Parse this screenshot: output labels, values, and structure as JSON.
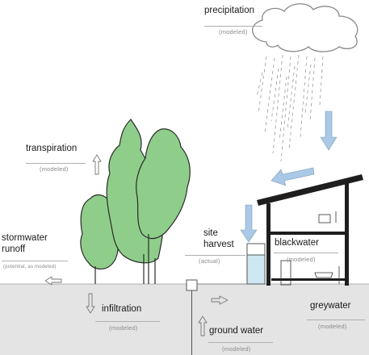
{
  "labels": {
    "precipitation": "precipitation",
    "precipitation_sub": "(modeled)",
    "transpiration": "transpiration",
    "transpiration_sub": "(modeled)",
    "stormwater_1": "stormwater",
    "stormwater_2": "runoff",
    "stormwater_sub": "(potential, as modeled)",
    "site_1": "site",
    "site_2": "harvest",
    "site_sub": "(actual)",
    "blackwater": "blackwater",
    "blackwater_sub": "(modeled)",
    "infiltration": "infiltration",
    "infiltration_sub": "(modeled)",
    "greywater": "greywater",
    "greywater_sub": "(modeled)",
    "groundwater": "ground water",
    "groundwater_sub": "(modeled)"
  },
  "colors": {
    "tree": "#8fce8a",
    "water_arrow": "#a9c9e6",
    "tank_water": "#cfe6f3",
    "ground": "#e4e4e4",
    "house": "#1e1e1e"
  }
}
